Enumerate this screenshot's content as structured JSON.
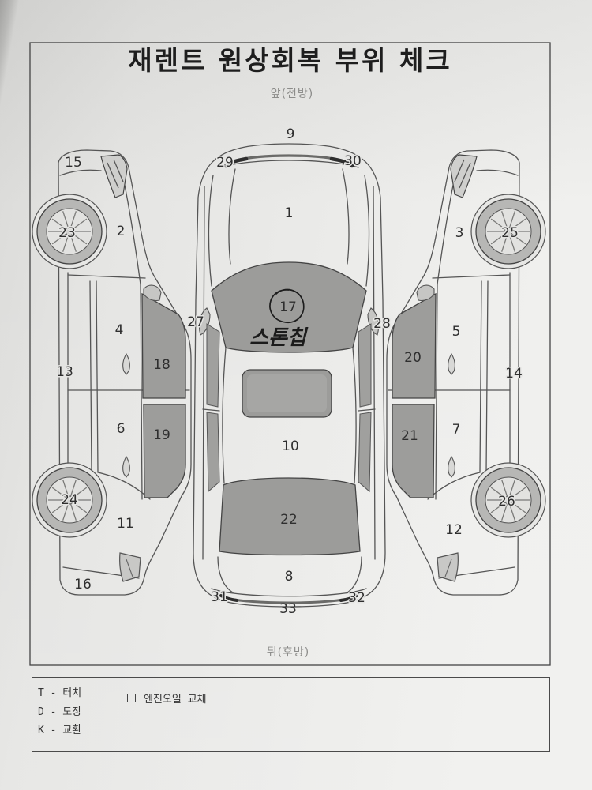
{
  "form": {
    "title": "재렌트 원상회복 부위 체크",
    "front_label": "앞(전방)",
    "rear_label": "뒤(후방)"
  },
  "parts": [
    "1",
    "2",
    "3",
    "4",
    "5",
    "6",
    "7",
    "8",
    "9",
    "10",
    "11",
    "12",
    "13",
    "14",
    "15",
    "16",
    "17",
    "18",
    "19",
    "20",
    "21",
    "22",
    "23",
    "24",
    "25",
    "26",
    "27",
    "28",
    "29",
    "30",
    "31",
    "32",
    "33"
  ],
  "handwritten": {
    "note": "스톤칩"
  },
  "legend": [
    "T - 터치",
    "D - 도장",
    "K - 교환"
  ],
  "checkbox": {
    "label": "엔진오일 교체",
    "checked": false
  }
}
